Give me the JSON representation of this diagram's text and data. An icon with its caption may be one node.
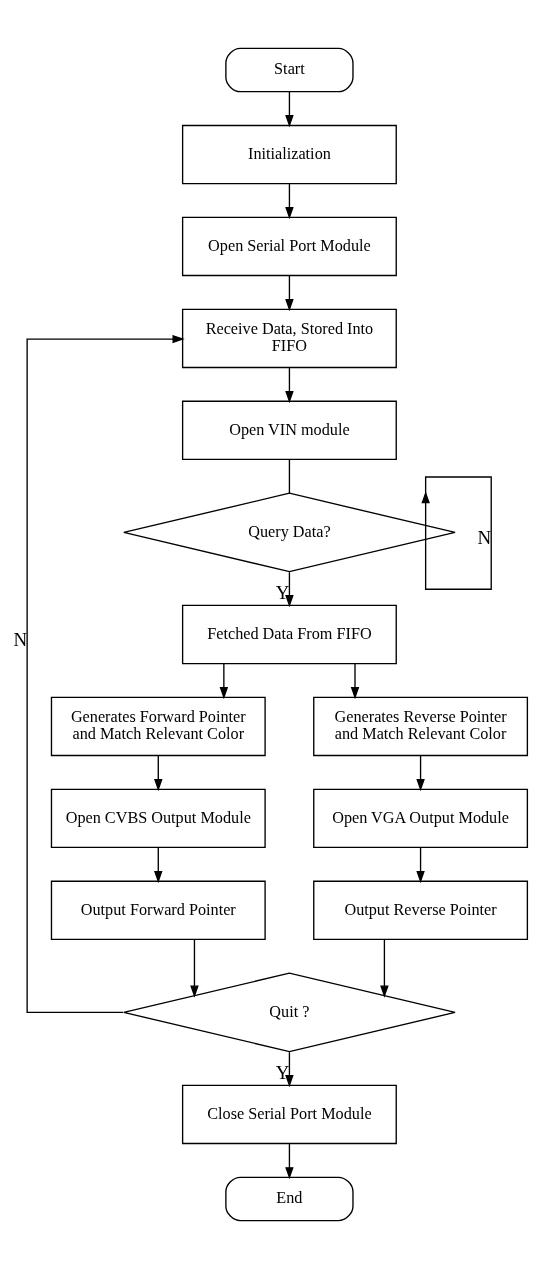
{
  "diagram": {
    "nodes": [
      {
        "text": [
          "Start"
        ]
      },
      {
        "text": [
          "Initialization"
        ]
      },
      {
        "text": [
          "Open Serial Port Module"
        ]
      },
      {
        "text": [
          "Receive Data, Stored Into FIFO"
        ]
      },
      {
        "text": [
          "Open VIN module"
        ]
      },
      {
        "text": [
          "Query Data?"
        ]
      },
      {
        "text": [
          "Fetched Data From FIFO"
        ]
      },
      {
        "text": [
          "Generates Forward Pointer and Match Relevant Color"
        ]
      },
      {
        "text": [
          "Generates Reverse Pointer and Match Relevant Color"
        ]
      },
      {
        "text": [
          "Open CVBS Output Module"
        ]
      },
      {
        "text": [
          "Open VGA Output Module"
        ]
      },
      {
        "text": [
          "Output Forward Pointer"
        ]
      },
      {
        "text": [
          "Output Reverse Pointer"
        ]
      },
      {
        "text": [
          "Quit ?"
        ]
      },
      {
        "text": [
          "Close Serial Port Module"
        ]
      },
      {
        "text": [
          "End"
        ]
      }
    ],
    "edges": [
      {
        "from": 0,
        "to": 1,
        "arrow": "to"
      },
      {
        "from": 1,
        "to": 2,
        "arrow": "to"
      },
      {
        "from": 2,
        "to": 3,
        "arrow": "to"
      },
      {
        "from": 3,
        "to": 4,
        "arrow": "to"
      },
      {
        "from": 4,
        "to": 5,
        "arrow": "none"
      },
      {
        "from": 5,
        "to": 5,
        "arrow": "to",
        "label": "N"
      },
      {
        "from": 5,
        "to": 6,
        "arrow": "to",
        "label": "Y"
      },
      {
        "from": 6,
        "to": 7,
        "arrow": "to"
      },
      {
        "from": 6,
        "to": 8,
        "arrow": "to"
      },
      {
        "from": 7,
        "to": 9,
        "arrow": "to"
      },
      {
        "from": 8,
        "to": 10,
        "arrow": "to"
      },
      {
        "from": 9,
        "to": 11,
        "arrow": "to"
      },
      {
        "from": 10,
        "to": 12,
        "arrow": "to"
      },
      {
        "from": 11,
        "to": 13,
        "arrow": "to"
      },
      {
        "from": 12,
        "to": 13,
        "arrow": "to"
      },
      {
        "from": 13,
        "to": 3,
        "arrow": "to",
        "label": "N"
      },
      {
        "from": 13,
        "to": 14,
        "arrow": "to",
        "label": "Y"
      },
      {
        "from": 14,
        "to": 15,
        "arrow": "to"
      }
    ]
  }
}
